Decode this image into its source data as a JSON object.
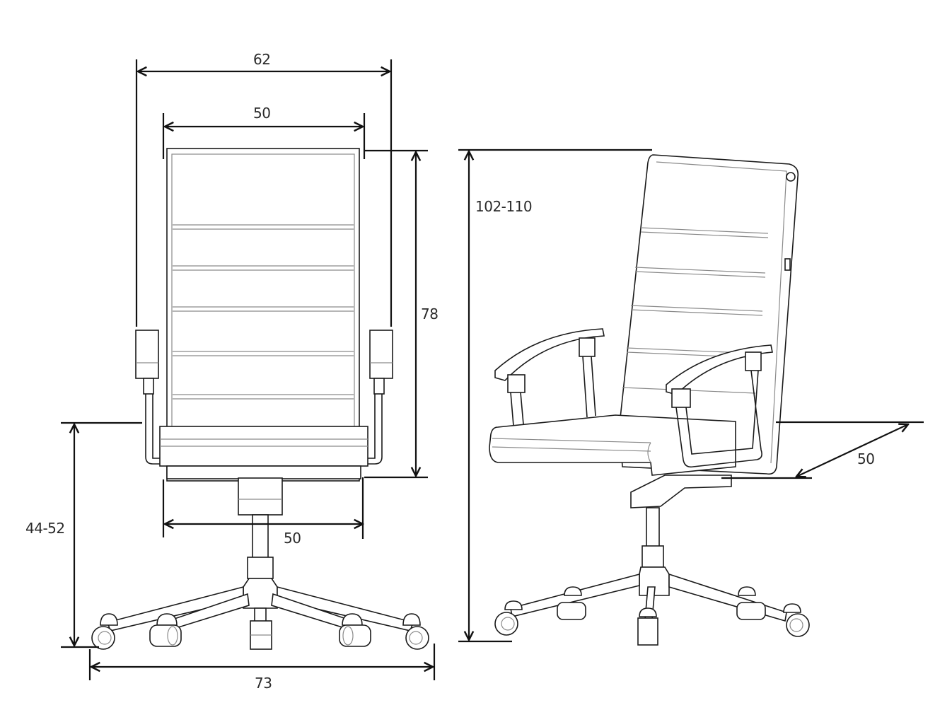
{
  "diagram": {
    "subject": "Office chair dimension drawing",
    "units": "cm",
    "views": [
      {
        "name": "front view"
      },
      {
        "name": "three-quarter side view"
      }
    ]
  },
  "dimensions": {
    "overall_width": "62",
    "backrest_width": "50",
    "backrest_height": "78",
    "seat_width": "50",
    "seat_height": "44-52",
    "base_width": "73",
    "overall_height": "102-110",
    "seat_depth": "50"
  },
  "colors": {
    "line": "#1a1a1a",
    "detail_line": "#8a8a8a",
    "text": "#2a2a2a",
    "background": "#ffffff"
  }
}
